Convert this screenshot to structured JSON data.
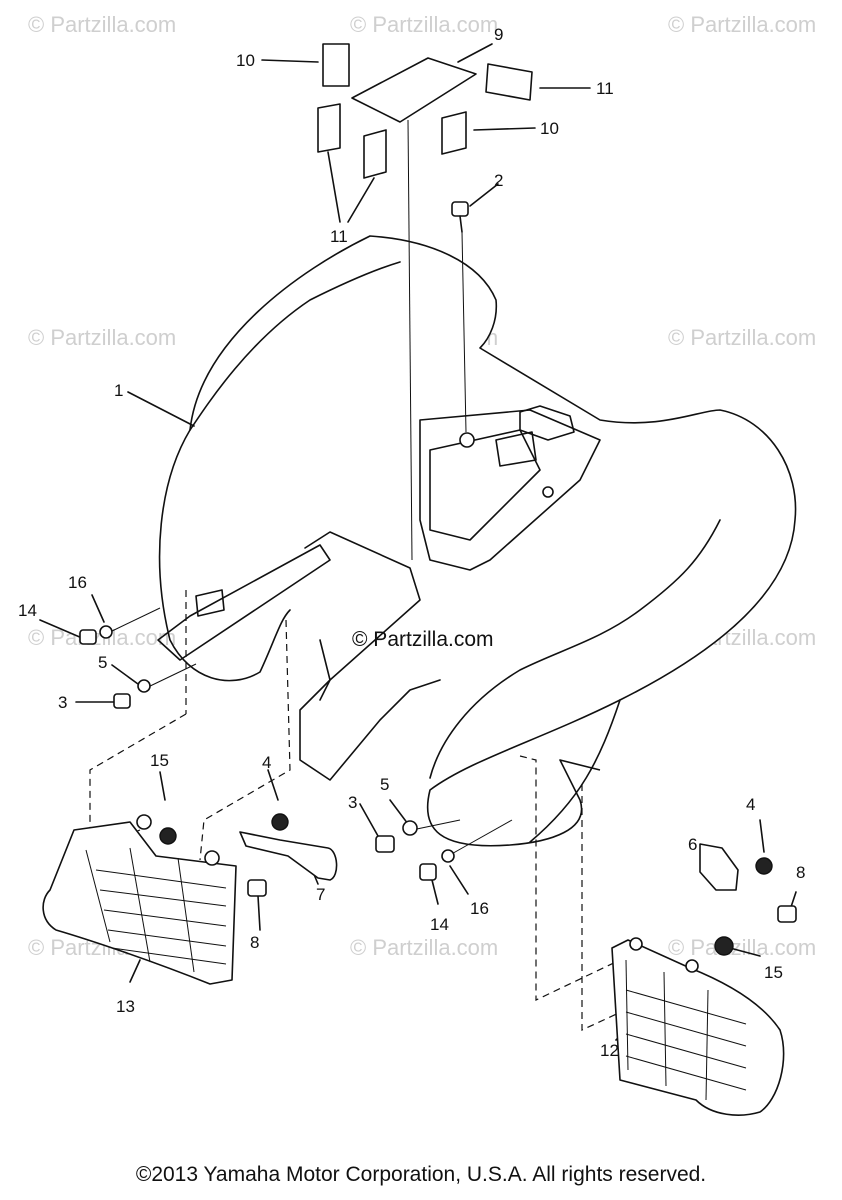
{
  "watermark": "© Partzilla.com",
  "center_mark": "© Partzilla.com",
  "copyright": "©2013  Yamaha Motor Corporation, U.S.A. All rights reserved.",
  "callouts": {
    "c1": "1",
    "c2": "2",
    "c3a": "3",
    "c3b": "3",
    "c4a": "4",
    "c4b": "4",
    "c5a": "5",
    "c5b": "5",
    "c6": "6",
    "c7": "7",
    "c8a": "8",
    "c8b": "8",
    "c9": "9",
    "c10a": "10",
    "c10b": "10",
    "c11a": "11",
    "c11b": "11",
    "c12": "12",
    "c13": "13",
    "c14a": "14",
    "c14b": "14",
    "c15a": "15",
    "c15b": "15",
    "c16a": "16",
    "c16b": "16"
  }
}
